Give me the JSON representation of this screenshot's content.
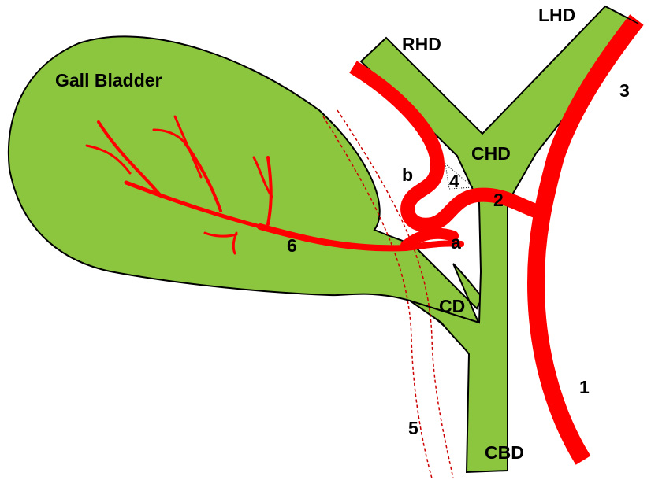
{
  "labels": {
    "gall_bladder": "Gall Bladder",
    "rhd": "RHD",
    "lhd": "LHD",
    "chd": "CHD",
    "cd": "CD",
    "cbd": "CBD",
    "num_1": "1",
    "num_2": "2",
    "num_3": "3",
    "num_4": "4",
    "num_5": "5",
    "num_6": "6",
    "letter_a": "a",
    "letter_b": "b"
  },
  "colors": {
    "duct_fill": "#8cc63f",
    "outline": "#000000",
    "artery": "#ff0000",
    "dashed_line": "#cc0000",
    "background": "#ffffff"
  }
}
